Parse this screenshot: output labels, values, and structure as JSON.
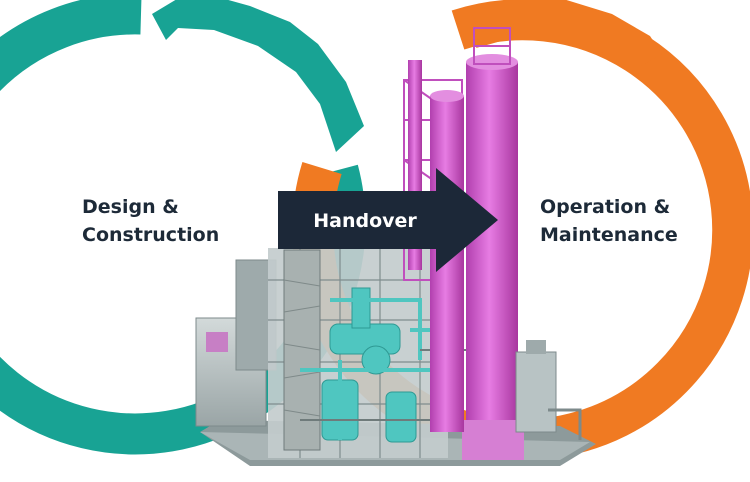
{
  "cycles": {
    "design": {
      "line1": "Design &",
      "line2": "Construction",
      "color": "#18a394"
    },
    "operation": {
      "line1": "Operation &",
      "line2": "Maintenance",
      "color": "#f07a22"
    }
  },
  "handover": {
    "label": "Handover",
    "color": "#1c2838"
  },
  "plant": {
    "structure_color": "#b8c3c4",
    "pipe_color": "#4fc6c0",
    "tower_color": "#d65ad1"
  }
}
